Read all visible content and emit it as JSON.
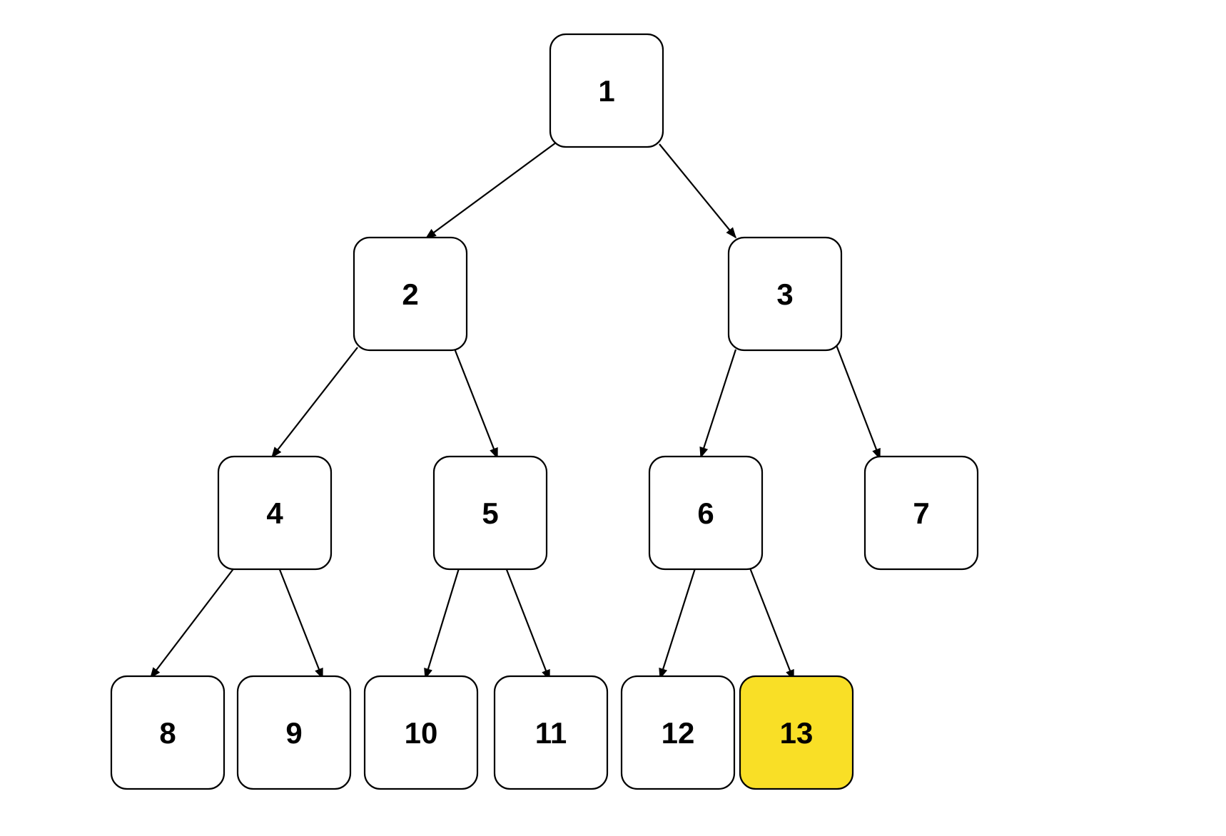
{
  "tree": {
    "nodes": [
      {
        "label": "1"
      },
      {
        "label": "2"
      },
      {
        "label": "3"
      },
      {
        "label": "4"
      },
      {
        "label": "5"
      },
      {
        "label": "6"
      },
      {
        "label": "7"
      },
      {
        "label": "8"
      },
      {
        "label": "9"
      },
      {
        "label": "10"
      },
      {
        "label": "11"
      },
      {
        "label": "12"
      },
      {
        "label": "13",
        "highlighted": true
      }
    ],
    "edges": [
      [
        "1",
        "2"
      ],
      [
        "1",
        "3"
      ],
      [
        "2",
        "4"
      ],
      [
        "2",
        "5"
      ],
      [
        "3",
        "6"
      ],
      [
        "3",
        "7"
      ],
      [
        "4",
        "8"
      ],
      [
        "4",
        "9"
      ],
      [
        "5",
        "10"
      ],
      [
        "5",
        "11"
      ],
      [
        "6",
        "12"
      ],
      [
        "6",
        "13"
      ]
    ],
    "colors": {
      "node_fill": "#ffffff",
      "highlight_fill": "#f9df26",
      "stroke": "#000000"
    }
  }
}
